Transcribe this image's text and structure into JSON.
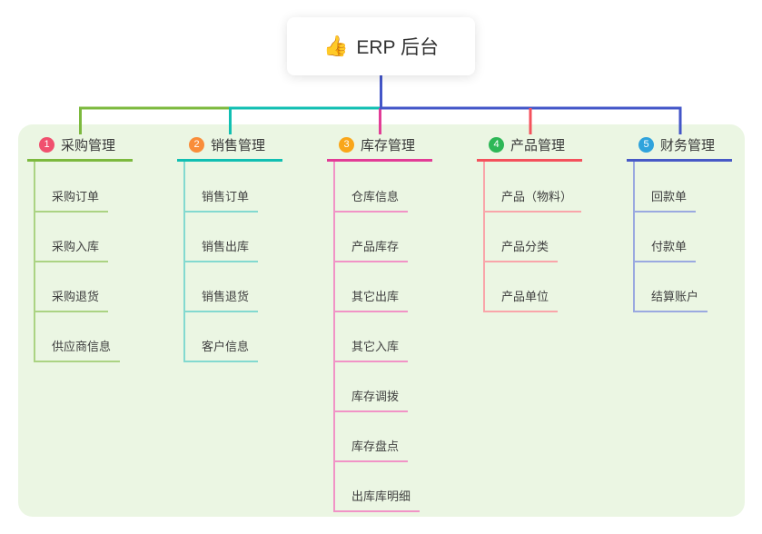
{
  "root": {
    "label": "ERP 后台",
    "icon": "thumbs-up-icon",
    "emoji": "👍"
  },
  "connector_color": "#4356c8",
  "panel_color": "#ebf6e3",
  "branches": [
    {
      "num": "1",
      "label": "采购管理",
      "badge_color": "#f0506e",
      "line_color": "#7cb93e",
      "light_color": "#abd383",
      "items": [
        "采购订单",
        "采购入库",
        "采购退货",
        "供应商信息"
      ]
    },
    {
      "num": "2",
      "label": "销售管理",
      "badge_color": "#f98d3a",
      "line_color": "#11bfb2",
      "light_color": "#83d9d0",
      "items": [
        "销售订单",
        "销售出库",
        "销售退货",
        "客户信息"
      ]
    },
    {
      "num": "3",
      "label": "库存管理",
      "badge_color": "#f9a61a",
      "line_color": "#e23c96",
      "light_color": "#f193c6",
      "items": [
        "仓库信息",
        "产品库存",
        "其它出库",
        "其它入库",
        "库存调拨",
        "库存盘点",
        "出库库明细"
      ]
    },
    {
      "num": "4",
      "label": "产品管理",
      "badge_color": "#2eb757",
      "line_color": "#f4515c",
      "light_color": "#f9a5aa",
      "items": [
        "产品（物料）",
        "产品分类",
        "产品单位"
      ]
    },
    {
      "num": "5",
      "label": "财务管理",
      "badge_color": "#2fa3dc",
      "line_color": "#4759c6",
      "light_color": "#9aa9e0",
      "items": [
        "回款单",
        "付款单",
        "结算账户"
      ]
    }
  ]
}
